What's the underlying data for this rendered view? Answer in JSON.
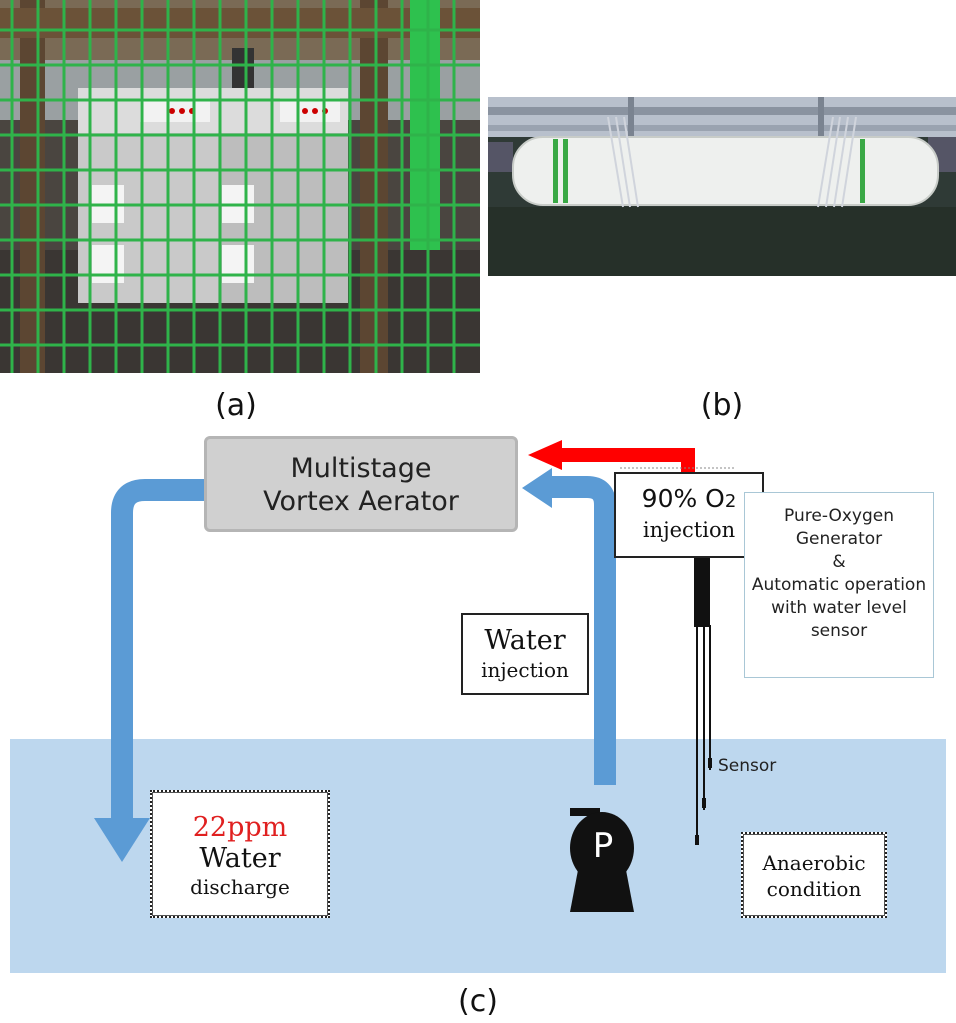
{
  "captions": {
    "a": "(a)",
    "b": "(b)",
    "c": "(c)"
  },
  "aerator": {
    "line1": "Multistage",
    "line2": "Vortex Aerator"
  },
  "oxygen_box": {
    "line1": "90% O",
    "subscript": "2",
    "line2": "injection"
  },
  "generator_box": {
    "line1": "Pure-Oxygen",
    "line2": "Generator",
    "line3": "&",
    "line4": "Automatic operation",
    "line5": "with water level",
    "line6": "sensor"
  },
  "water_injection": {
    "line1": "Water",
    "line2": "injection"
  },
  "discharge_box": {
    "line1": "22ppm",
    "line2": "Water",
    "line3": "discharge"
  },
  "sensor_label": "Sensor",
  "pump_label": "P",
  "anaerobic_box": {
    "line1": "Anaerobic",
    "line2": "condition"
  },
  "colors": {
    "water": "#bdd7ee",
    "flow_arrow": "#5b9bd5",
    "oxygen_arrow": "#ff0000",
    "ppm_text": "#e02020",
    "aerator_fill": "#d0d0d0",
    "cage_green": "#2fb34a"
  }
}
